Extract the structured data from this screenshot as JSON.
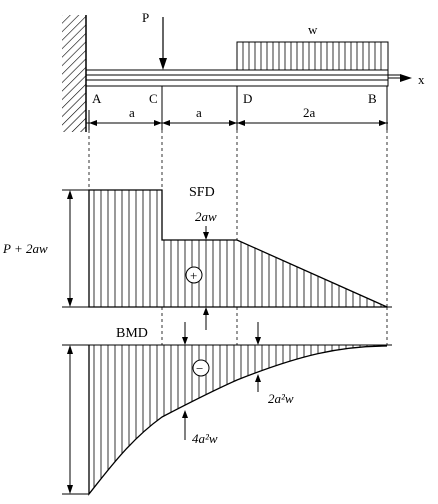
{
  "beam": {
    "load_p": "P",
    "load_w": "w",
    "axis_x": "x",
    "points": {
      "a": "A",
      "c": "C",
      "d": "D",
      "b": "B"
    },
    "spans": [
      "a",
      "a",
      "2a"
    ]
  },
  "sfd": {
    "title": "SFD",
    "max_label": "P + 2aw",
    "step_label": "2aw",
    "sign": "+"
  },
  "bmd": {
    "title": "BMD",
    "max_label": "4a²w",
    "step_label": "2a²w",
    "sign": "−"
  }
}
